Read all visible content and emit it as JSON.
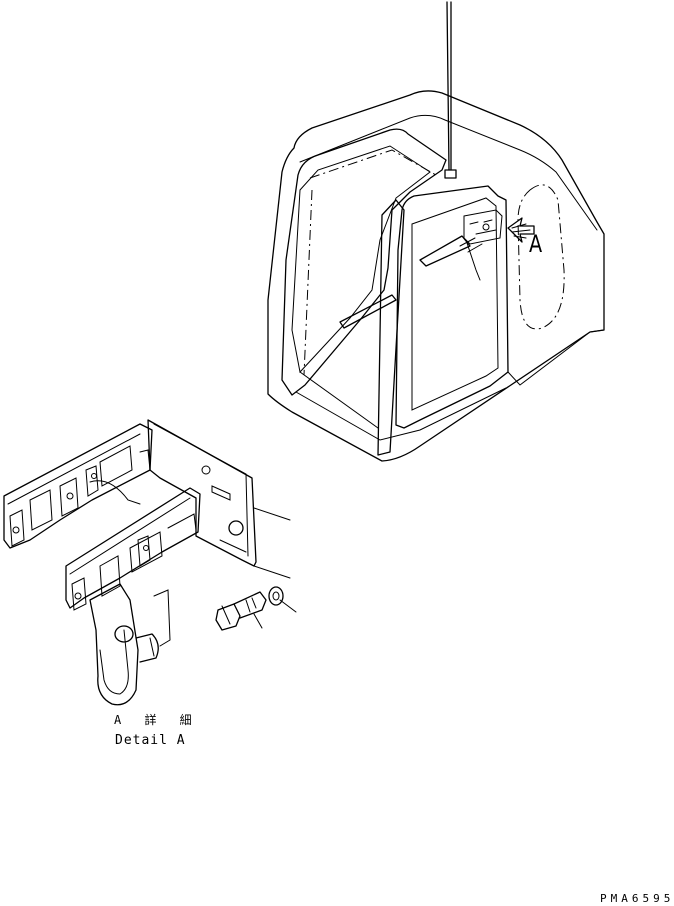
{
  "callout": {
    "letter": "A"
  },
  "detail": {
    "label_jp": "A 詳 細",
    "label_en": "Detail A"
  },
  "drawing_number": "PMA6595"
}
